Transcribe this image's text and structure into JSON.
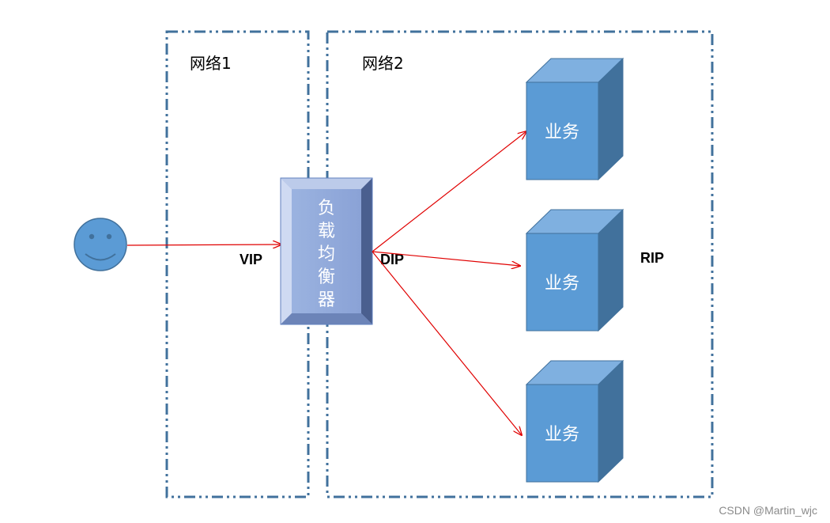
{
  "networks": [
    {
      "label": "网络1"
    },
    {
      "label": "网络2"
    }
  ],
  "client": {
    "icon": "smiley-face-icon"
  },
  "load_balancer": {
    "chars": [
      "负",
      "载",
      "均",
      "衡",
      "器"
    ]
  },
  "labels": {
    "vip": "VIP",
    "dip": "DIP",
    "rip": "RIP"
  },
  "services": [
    {
      "label": "业务"
    },
    {
      "label": "业务"
    },
    {
      "label": "业务"
    }
  ],
  "colors": {
    "border": "#41719c",
    "arrow": "#e00000",
    "server_front": "#5b9bd5",
    "server_top": "#7fb0e0",
    "server_side": "#41719c",
    "lb_face": "#8ea9db",
    "face_fill": "#5b9bd5"
  },
  "watermark": "CSDN @Martin_wjc"
}
